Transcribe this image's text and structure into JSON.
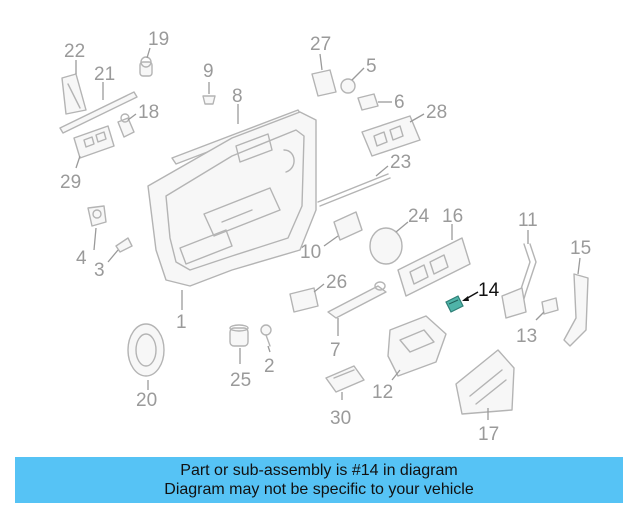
{
  "diagram": {
    "highlighted_part": "14",
    "highlight_color": "#4fb3a8",
    "labels": [
      "1",
      "2",
      "3",
      "4",
      "5",
      "6",
      "7",
      "8",
      "9",
      "10",
      "11",
      "12",
      "13",
      "14",
      "15",
      "16",
      "17",
      "18",
      "19",
      "20",
      "21",
      "22",
      "23",
      "24",
      "25",
      "26",
      "27",
      "28",
      "29",
      "30"
    ]
  },
  "banner": {
    "background": "#56c3f5",
    "line1": "Part or sub-assembly is #14 in diagram",
    "line2": "Diagram may not be specific to your vehicle"
  }
}
